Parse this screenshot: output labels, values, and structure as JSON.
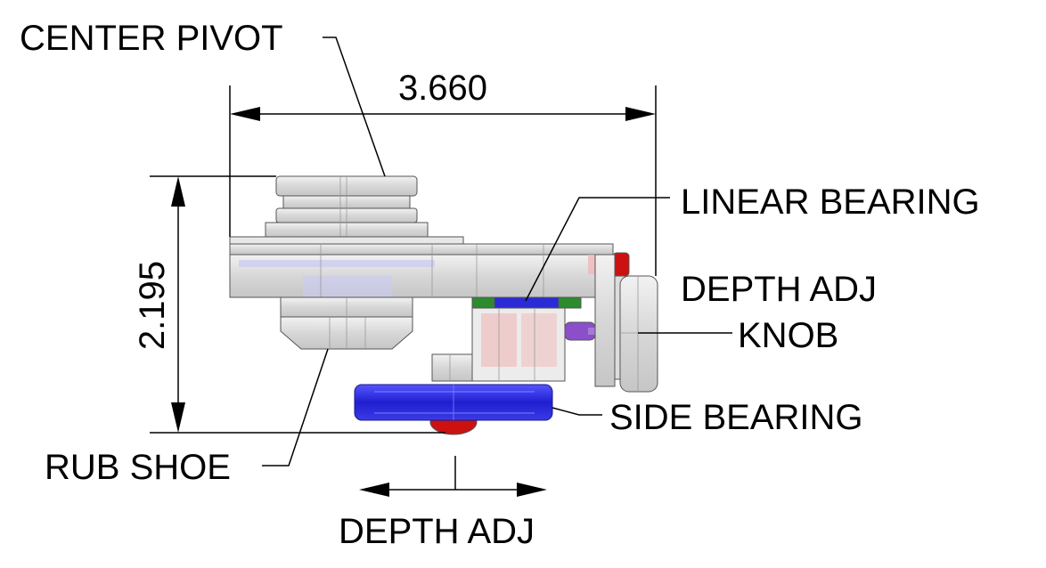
{
  "labels": {
    "center_pivot": "CENTER PIVOT",
    "linear_bearing": "LINEAR BEARING",
    "depth_adj_knob_line1": "DEPTH ADJ",
    "depth_adj_knob_line2": "KNOB",
    "side_bearing": "SIDE BEARING",
    "rub_shoe": "RUB SHOE",
    "depth_adj_bottom": "DEPTH ADJ"
  },
  "dimensions": {
    "width": "3.660",
    "height": "2.195"
  },
  "colors": {
    "part_gray": "#d9d9d9",
    "part_edge": "#555555",
    "blue_bearing": "#2b2bd6",
    "red_part": "#cc1111",
    "green_part": "#2d8a2d",
    "purple_part": "#8a4fc9",
    "pink_part": "#f0b8b8"
  }
}
